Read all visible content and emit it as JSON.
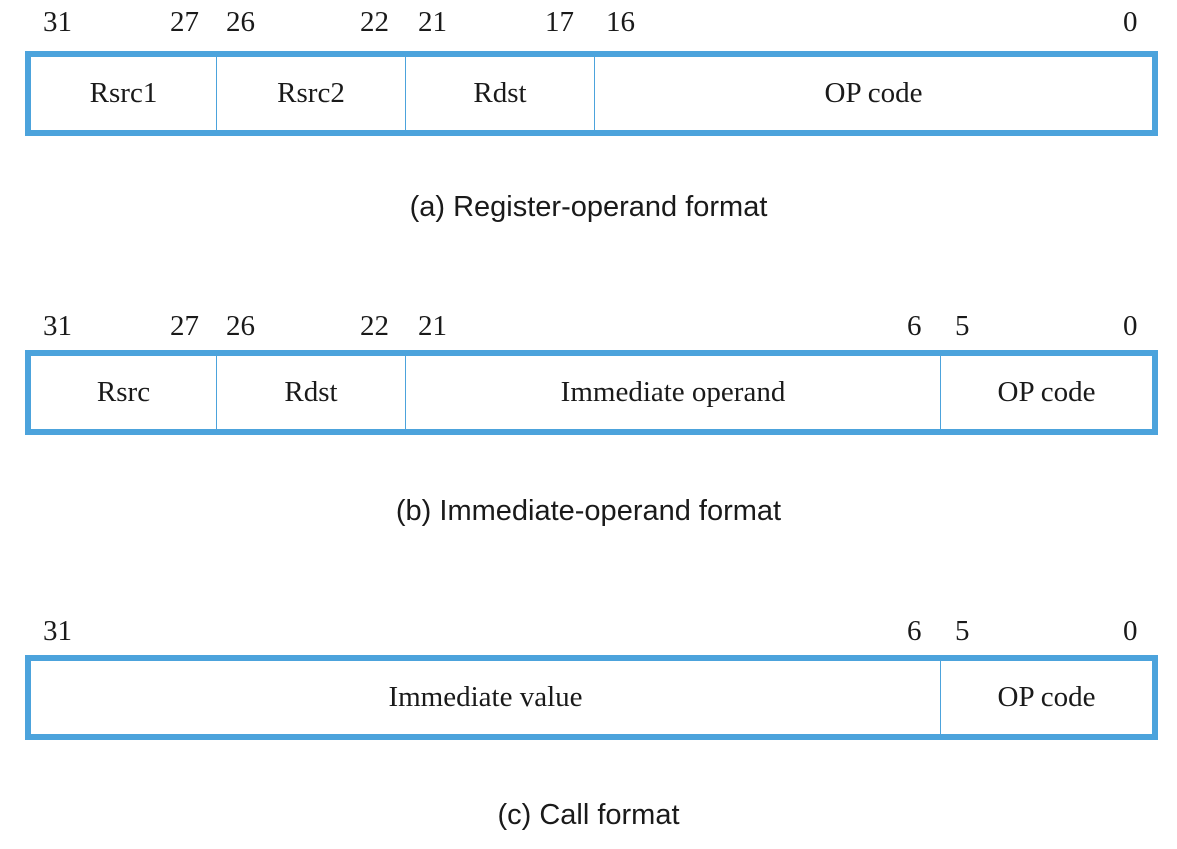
{
  "formats": [
    {
      "caption": "(a) Register-operand format",
      "bits": [
        "31",
        "27",
        "26",
        "22",
        "21",
        "17",
        "16",
        "0"
      ],
      "fields": [
        "Rsrc1",
        "Rsrc2",
        "Rdst",
        "OP code"
      ]
    },
    {
      "caption": "(b) Immediate-operand format",
      "bits": [
        "31",
        "27",
        "26",
        "22",
        "21",
        "6",
        "5",
        "0"
      ],
      "fields": [
        "Rsrc",
        "Rdst",
        "Immediate operand",
        "OP code"
      ]
    },
    {
      "caption": "(c) Call format",
      "bits": [
        "31",
        "6",
        "5",
        "0"
      ],
      "fields": [
        "Immediate value",
        "OP code"
      ]
    }
  ]
}
